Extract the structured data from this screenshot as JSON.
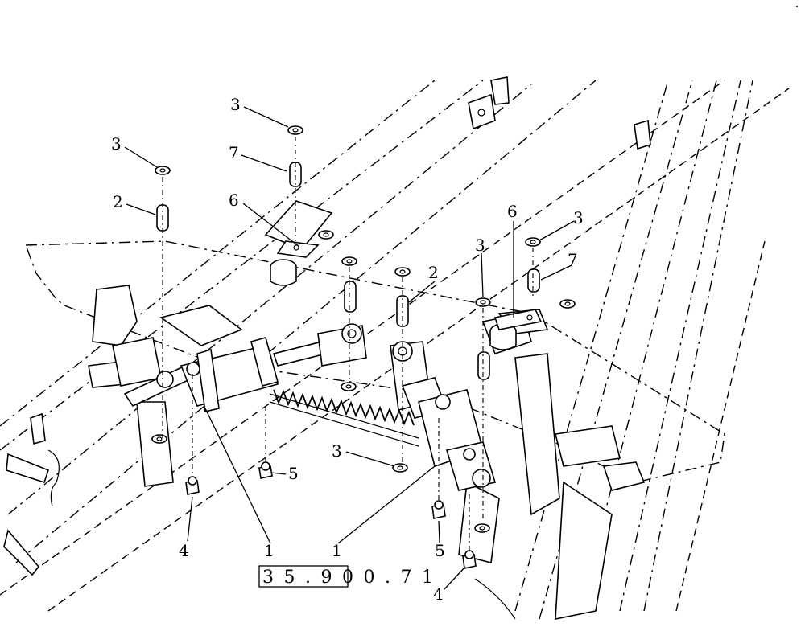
{
  "diagram": {
    "reference_code": "35.900.71",
    "callouts": [
      {
        "id": "c-3a",
        "label": "3"
      },
      {
        "id": "c-3b",
        "label": "3"
      },
      {
        "id": "c-7a",
        "label": "7"
      },
      {
        "id": "c-2a",
        "label": "2"
      },
      {
        "id": "c-6a",
        "label": "6"
      },
      {
        "id": "c-6b",
        "label": "6"
      },
      {
        "id": "c-3c",
        "label": "3"
      },
      {
        "id": "c-3d",
        "label": "3"
      },
      {
        "id": "c-7b",
        "label": "7"
      },
      {
        "id": "c-2b",
        "label": "2"
      },
      {
        "id": "c-3e",
        "label": "3"
      },
      {
        "id": "c-5a",
        "label": "5"
      },
      {
        "id": "c-4a",
        "label": "4"
      },
      {
        "id": "c-1a",
        "label": "1"
      },
      {
        "id": "c-1b",
        "label": "1"
      },
      {
        "id": "c-5b",
        "label": "5"
      },
      {
        "id": "c-4b",
        "label": "4"
      }
    ]
  }
}
